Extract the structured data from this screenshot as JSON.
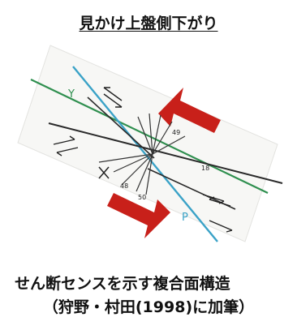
{
  "title": "見かけ上盤側下がり",
  "figure": {
    "labels": {
      "y": "Y",
      "p": "P",
      "angle_a": "48",
      "angle_b": "50",
      "angle_c": "49",
      "angle_d": "18"
    },
    "colors": {
      "red_arrow": "#c8201a",
      "y_shear": "#2f8f4f",
      "p_shear": "#3aa2c7",
      "r_shear": "#2a2a2a",
      "paper": "#f7f7f5"
    }
  },
  "caption": {
    "line1": "せん断センスを示す複合面構造",
    "line2": "（狩野・村田(1998)に加筆）"
  }
}
